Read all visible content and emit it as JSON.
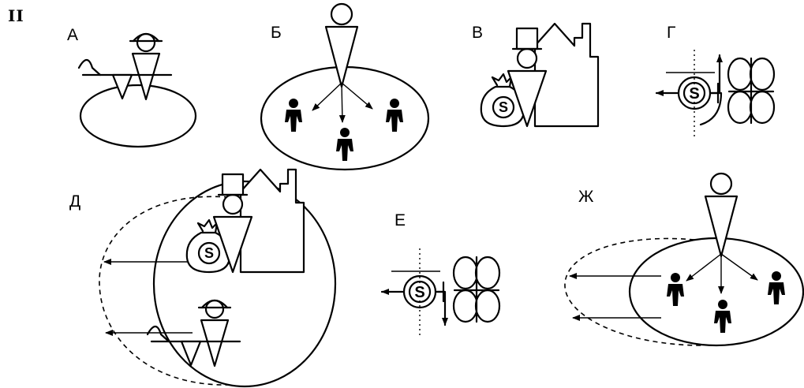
{
  "figure": {
    "number": "II"
  },
  "panels": [
    {
      "id": "a",
      "label": "А"
    },
    {
      "id": "b",
      "label": "Б"
    },
    {
      "id": "v",
      "label": "В"
    },
    {
      "id": "g",
      "label": "Г"
    },
    {
      "id": "d",
      "label": "Д"
    },
    {
      "id": "e",
      "label": "Е"
    },
    {
      "id": "zh",
      "label": "Ж"
    }
  ],
  "money_symbol": "S",
  "colors": {
    "ink": "#000000",
    "background": "#ffffff"
  }
}
